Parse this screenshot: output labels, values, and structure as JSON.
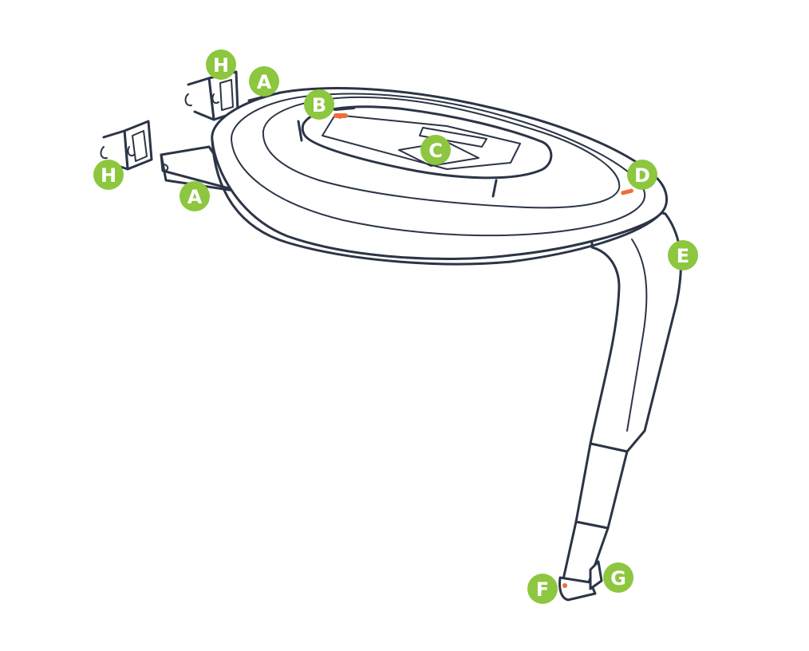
{
  "colors": {
    "line": "#2b3546",
    "callout": "#8dc63f",
    "callout_text": "#ffffff",
    "indicator": "#f26b3a",
    "background": "#ffffff"
  },
  "callouts": [
    {
      "id": "H-upper",
      "letter": "H"
    },
    {
      "id": "A-upper",
      "letter": "A"
    },
    {
      "id": "B",
      "letter": "B"
    },
    {
      "id": "H-lower",
      "letter": "H"
    },
    {
      "id": "C",
      "letter": "C"
    },
    {
      "id": "D",
      "letter": "D"
    },
    {
      "id": "A-lower",
      "letter": "A"
    },
    {
      "id": "E",
      "letter": "E"
    },
    {
      "id": "F",
      "letter": "F"
    },
    {
      "id": "G",
      "letter": "G"
    }
  ]
}
